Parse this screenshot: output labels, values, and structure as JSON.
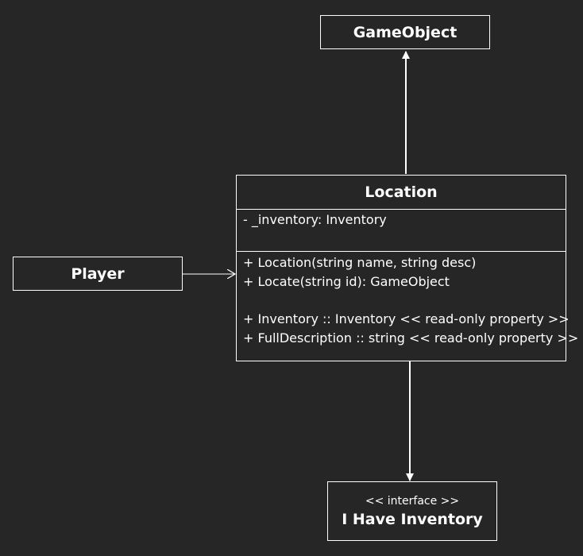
{
  "classes": {
    "gameobject": {
      "name": "GameObject"
    },
    "player": {
      "name": "Player"
    },
    "location": {
      "name": "Location",
      "attributes": [
        "- _inventory: Inventory"
      ],
      "methods": [
        "+ Location(string name, string desc)",
        "+ Locate(string id): GameObject"
      ],
      "properties": [
        "+ Inventory :: Inventory << read-only property >>",
        "+ FullDescription :: string << read-only property >>"
      ]
    },
    "interface": {
      "stereotype": "<< interface >>",
      "name": "I Have Inventory"
    }
  },
  "colors": {
    "background": "#262626",
    "stroke": "#ffffff"
  }
}
